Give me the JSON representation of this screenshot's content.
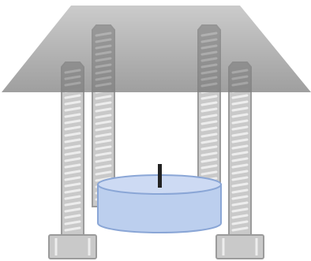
{
  "colors": {
    "plate_top": "#c2c2c2",
    "plate_bottom": "#8e8e8e",
    "bolt_fill": "#c9c9c9",
    "bolt_stroke": "#9b9b9b",
    "bolt_thread": "#ededed",
    "bolt_overlap_fill": "#7e7e7e",
    "bolt_overlap_thread": "#a9a9a9",
    "candle_body": "#bccfee",
    "candle_top": "#cddaf3",
    "candle_stroke": "#8aa6d6",
    "wick": "#222222"
  },
  "icons": {
    "plate": "trapezoid-plate",
    "bolt": "hex-bolt",
    "candle": "tealight-candle",
    "wick": "candle-wick"
  }
}
